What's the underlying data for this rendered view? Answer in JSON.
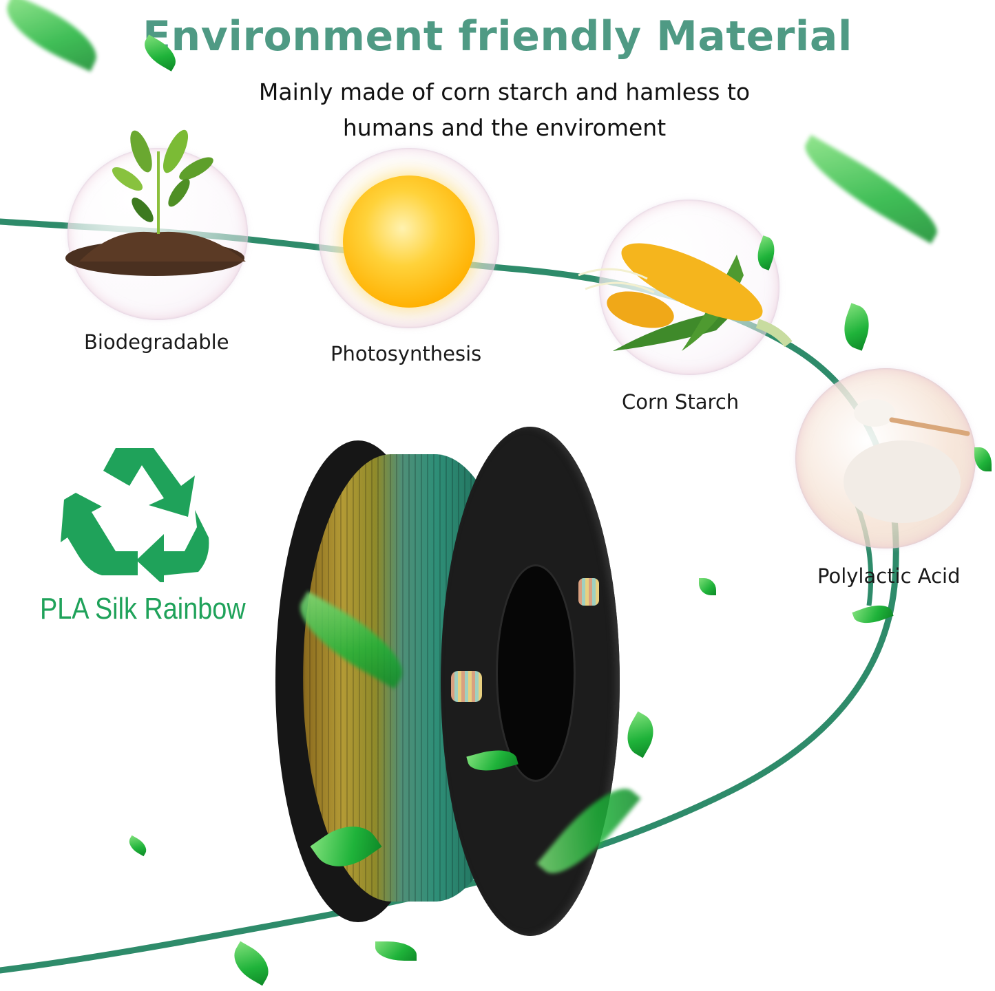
{
  "header": {
    "title": "Environment friendly Material",
    "subtitle_line1": "Mainly made of corn starch and hamless to",
    "subtitle_line2": "humans and the enviroment"
  },
  "features": [
    {
      "label": "Biodegradable",
      "icon": "plant-in-soil-icon"
    },
    {
      "label": "Photosynthesis",
      "icon": "sun-icon"
    },
    {
      "label": "Corn Starch",
      "icon": "corn-icon"
    },
    {
      "label": "Polylactic Acid",
      "icon": "pla-pellets-icon"
    }
  ],
  "badge": {
    "icon": "recycle-icon",
    "product_name": "PLA Silk Rainbow"
  },
  "colors": {
    "title": "#4f9a84",
    "recycle": "#1fa25a",
    "filament_line": "#2e8b6a",
    "spool": "#1c1c1c"
  }
}
